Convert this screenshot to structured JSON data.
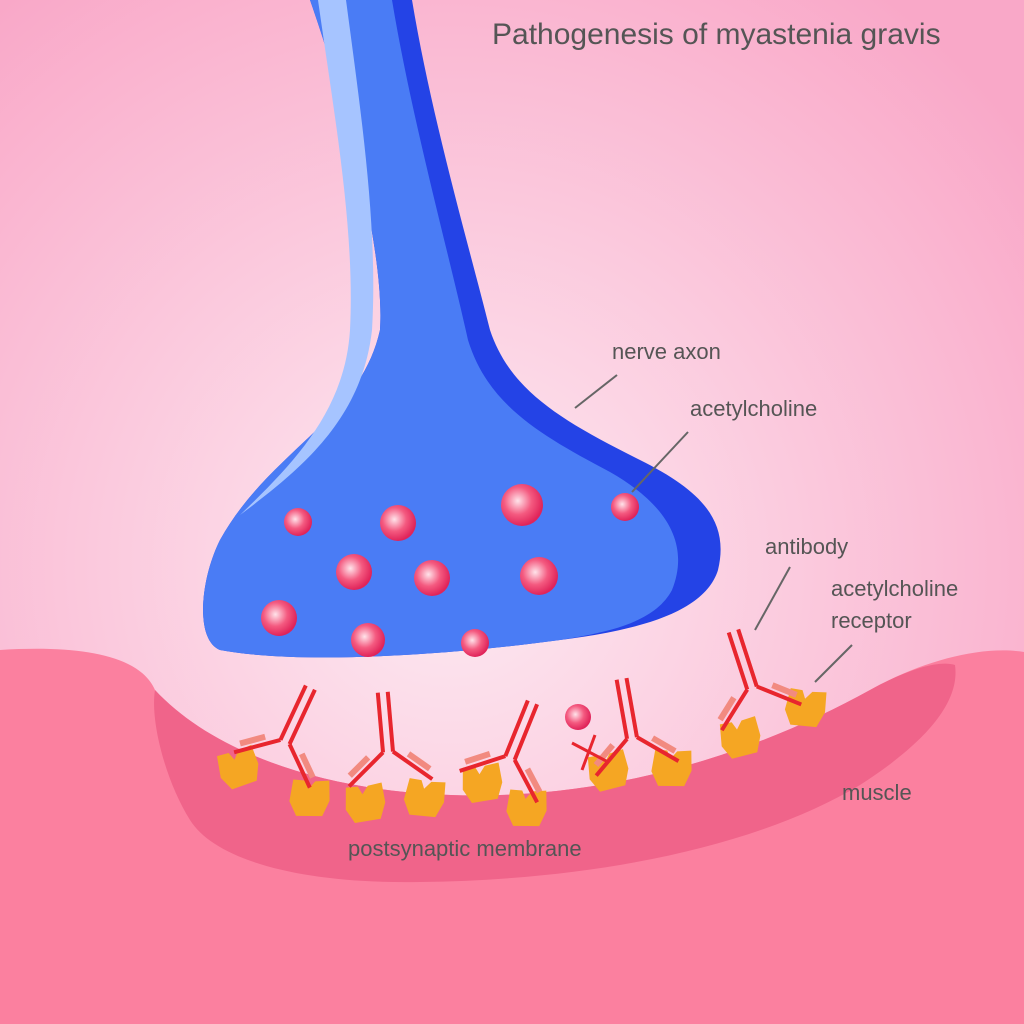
{
  "title": "Pathogenesis of myastenia gravis",
  "labels": {
    "nerve_axon": "nerve axon",
    "acetylcholine": "acetylcholine",
    "antibody": "antibody",
    "receptor_line1": "acetylcholine",
    "receptor_line2": "receptor",
    "muscle": "muscle",
    "postsynaptic_membrane": "postsynaptic membrane"
  },
  "colors": {
    "background_center": "#fde6ef",
    "background_edge": "#f9a8c8",
    "axon_main": "#4a7cf5",
    "axon_dark": "#2443e6",
    "axon_highlight": "#a6c4ff",
    "vesicle": "#ee3d6a",
    "muscle": "#fb809f",
    "muscle_band": "#f0648a",
    "antibody": "#e8262e",
    "antibody_light": "#f28a80",
    "receptor": "#f5a623",
    "text": "#555555"
  }
}
